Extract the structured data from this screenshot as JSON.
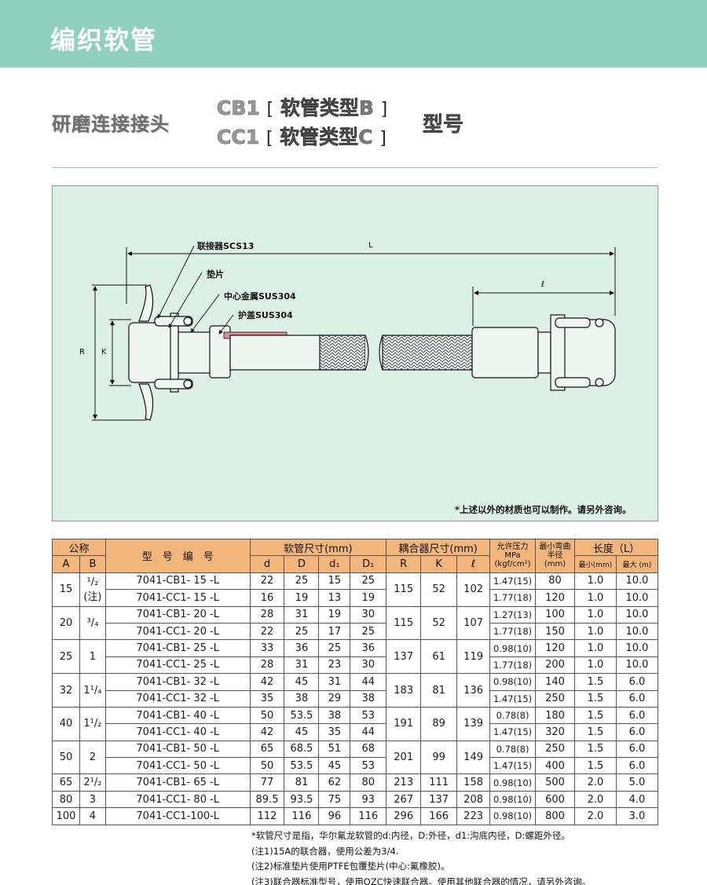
{
  "banner": {
    "title": "编织软管"
  },
  "subheading": {
    "left": "研磨连接接头",
    "lines": [
      {
        "code": "CB1",
        "bracket_open": "[",
        "type": "软管类型B",
        "bracket_close": "]"
      },
      {
        "code": "CC1",
        "bracket_open": "[",
        "type": "软管类型C",
        "bracket_close": "]"
      }
    ],
    "right": "型号"
  },
  "drawing": {
    "labels": {
      "connector": "联接器SCS13",
      "gasket": "垫片",
      "center_metal": "中心金属SUS304",
      "cover": "护盖SUS304",
      "dim_L": "L",
      "dim_l": "ℓ",
      "dim_R": "R",
      "dim_K": "K"
    },
    "note": "*上述以外的材质也可以制作。请另外咨询。"
  },
  "table": {
    "headers": {
      "nominal": "公称",
      "a": "A",
      "b": "B",
      "model": "型　号　编　号",
      "hose_size": "软管尺寸(mm)",
      "d": "d",
      "D": "D",
      "d1": "d₁",
      "D1": "D₁",
      "coupler_size": "耦合器尺寸(mm)",
      "R": "R",
      "K": "K",
      "l": "ℓ",
      "pressure": "允许压力",
      "pressure_unit1": "MPa",
      "pressure_unit2": "(kgf/cm²)",
      "bend": "最小弯曲",
      "bend2": "半径",
      "bend_unit": "(mm)",
      "length": "长度（L）",
      "len_min": "最小(mm)",
      "len_max": "最大 (m)"
    },
    "groups": [
      {
        "a": "15",
        "b": "¹/₂",
        "b_note": "(注)",
        "R": "115",
        "K": "52",
        "l": "102",
        "rows": [
          {
            "model": "7041-CB1- 15 -L",
            "d": "22",
            "D": "25",
            "d1": "15",
            "D1": "25",
            "pressure": "1.47(15)",
            "bend": "80",
            "min": "1.0",
            "max": "10.0"
          },
          {
            "model": "7041-CC1- 15 -L",
            "d": "16",
            "D": "19",
            "d1": "13",
            "D1": "19",
            "pressure": "1.77(18)",
            "bend": "120",
            "min": "1.0",
            "max": "10.0"
          }
        ]
      },
      {
        "a": "20",
        "b": "³/₄",
        "b_note": "",
        "R": "115",
        "K": "52",
        "l": "107",
        "rows": [
          {
            "model": "7041-CB1- 20 -L",
            "d": "28",
            "D": "31",
            "d1": "19",
            "D1": "30",
            "pressure": "1.27(13)",
            "bend": "100",
            "min": "1.0",
            "max": "10.0"
          },
          {
            "model": "7041-CC1- 20 -L",
            "d": "22",
            "D": "25",
            "d1": "17",
            "D1": "25",
            "pressure": "1.77(18)",
            "bend": "150",
            "min": "1.0",
            "max": "10.0"
          }
        ]
      },
      {
        "a": "25",
        "b": "1",
        "b_note": "",
        "R": "137",
        "K": "61",
        "l": "119",
        "rows": [
          {
            "model": "7041-CB1- 25 -L",
            "d": "33",
            "D": "36",
            "d1": "25",
            "D1": "36",
            "pressure": "0.98(10)",
            "bend": "120",
            "min": "1.0",
            "max": "10.0"
          },
          {
            "model": "7041-CC1- 25 -L",
            "d": "28",
            "D": "31",
            "d1": "23",
            "D1": "30",
            "pressure": "1.77(18)",
            "bend": "200",
            "min": "1.0",
            "max": "10.0"
          }
        ]
      },
      {
        "a": "32",
        "b": "1¹/₄",
        "b_note": "",
        "R": "183",
        "K": "81",
        "l": "136",
        "rows": [
          {
            "model": "7041-CB1- 32 -L",
            "d": "42",
            "D": "45",
            "d1": "31",
            "D1": "44",
            "pressure": "0.98(10)",
            "bend": "140",
            "min": "1.5",
            "max": "6.0"
          },
          {
            "model": "7041-CC1- 32 -L",
            "d": "35",
            "D": "38",
            "d1": "29",
            "D1": "38",
            "pressure": "1.47(15)",
            "bend": "250",
            "min": "1.5",
            "max": "6.0"
          }
        ]
      },
      {
        "a": "40",
        "b": "1¹/₂",
        "b_note": "",
        "R": "191",
        "K": "89",
        "l": "139",
        "rows": [
          {
            "model": "7041-CB1- 40 -L",
            "d": "50",
            "D": "53.5",
            "d1": "38",
            "D1": "53",
            "pressure": "0.78(8)",
            "bend": "180",
            "min": "1.5",
            "max": "6.0"
          },
          {
            "model": "7041-CC1- 40 -L",
            "d": "42",
            "D": "45",
            "d1": "35",
            "D1": "44",
            "pressure": "1.47(15)",
            "bend": "320",
            "min": "1.5",
            "max": "6.0"
          }
        ]
      },
      {
        "a": "50",
        "b": "2",
        "b_note": "",
        "R": "201",
        "K": "99",
        "l": "149",
        "rows": [
          {
            "model": "7041-CB1- 50 -L",
            "d": "65",
            "D": "68.5",
            "d1": "51",
            "D1": "68",
            "pressure": "0.78(8)",
            "bend": "250",
            "min": "1.5",
            "max": "6.0"
          },
          {
            "model": "7041-CC1- 50 -L",
            "d": "50",
            "D": "53.5",
            "d1": "45",
            "D1": "53",
            "pressure": "1.47(15)",
            "bend": "400",
            "min": "1.5",
            "max": "6.0"
          }
        ]
      }
    ],
    "single_rows": [
      {
        "a": "65",
        "b": "2¹/₂",
        "model": "7041-CB1- 65 -L",
        "d": "77",
        "D": "81",
        "d1": "62",
        "D1": "80",
        "R": "213",
        "K": "111",
        "l": "158",
        "pressure": "0.98(10)",
        "bend": "500",
        "min": "2.0",
        "max": "5.0"
      },
      {
        "a": "80",
        "b": "3",
        "model": "7041-CC1- 80 -L",
        "d": "89.5",
        "D": "93.5",
        "d1": "75",
        "D1": "93",
        "R": "267",
        "K": "137",
        "l": "208",
        "pressure": "0.98(10)",
        "bend": "600",
        "min": "2.0",
        "max": "4.0"
      },
      {
        "a": "100",
        "b": "4",
        "model": "7041-CC1-100-L",
        "d": "112",
        "D": "116",
        "d1": "96",
        "D1": "116",
        "R": "296",
        "K": "166",
        "l": "223",
        "pressure": "0.98(10)",
        "bend": "800",
        "min": "2.0",
        "max": "3.0"
      }
    ]
  },
  "notes": [
    "*软管尺寸是指，华尔氟龙软管的d:内径，D:外径，d1:沟底内径，D:螺距外径。",
    "(注1)15A的联合器，使用公差为3/4.",
    "(注2)标准垫片使用PTFE包覆垫片(中心:氟橡胶)。",
    "(注3)联合器标准型号，使用OZC快速联合器。使用其他联合器的情况，请另外咨询。"
  ]
}
